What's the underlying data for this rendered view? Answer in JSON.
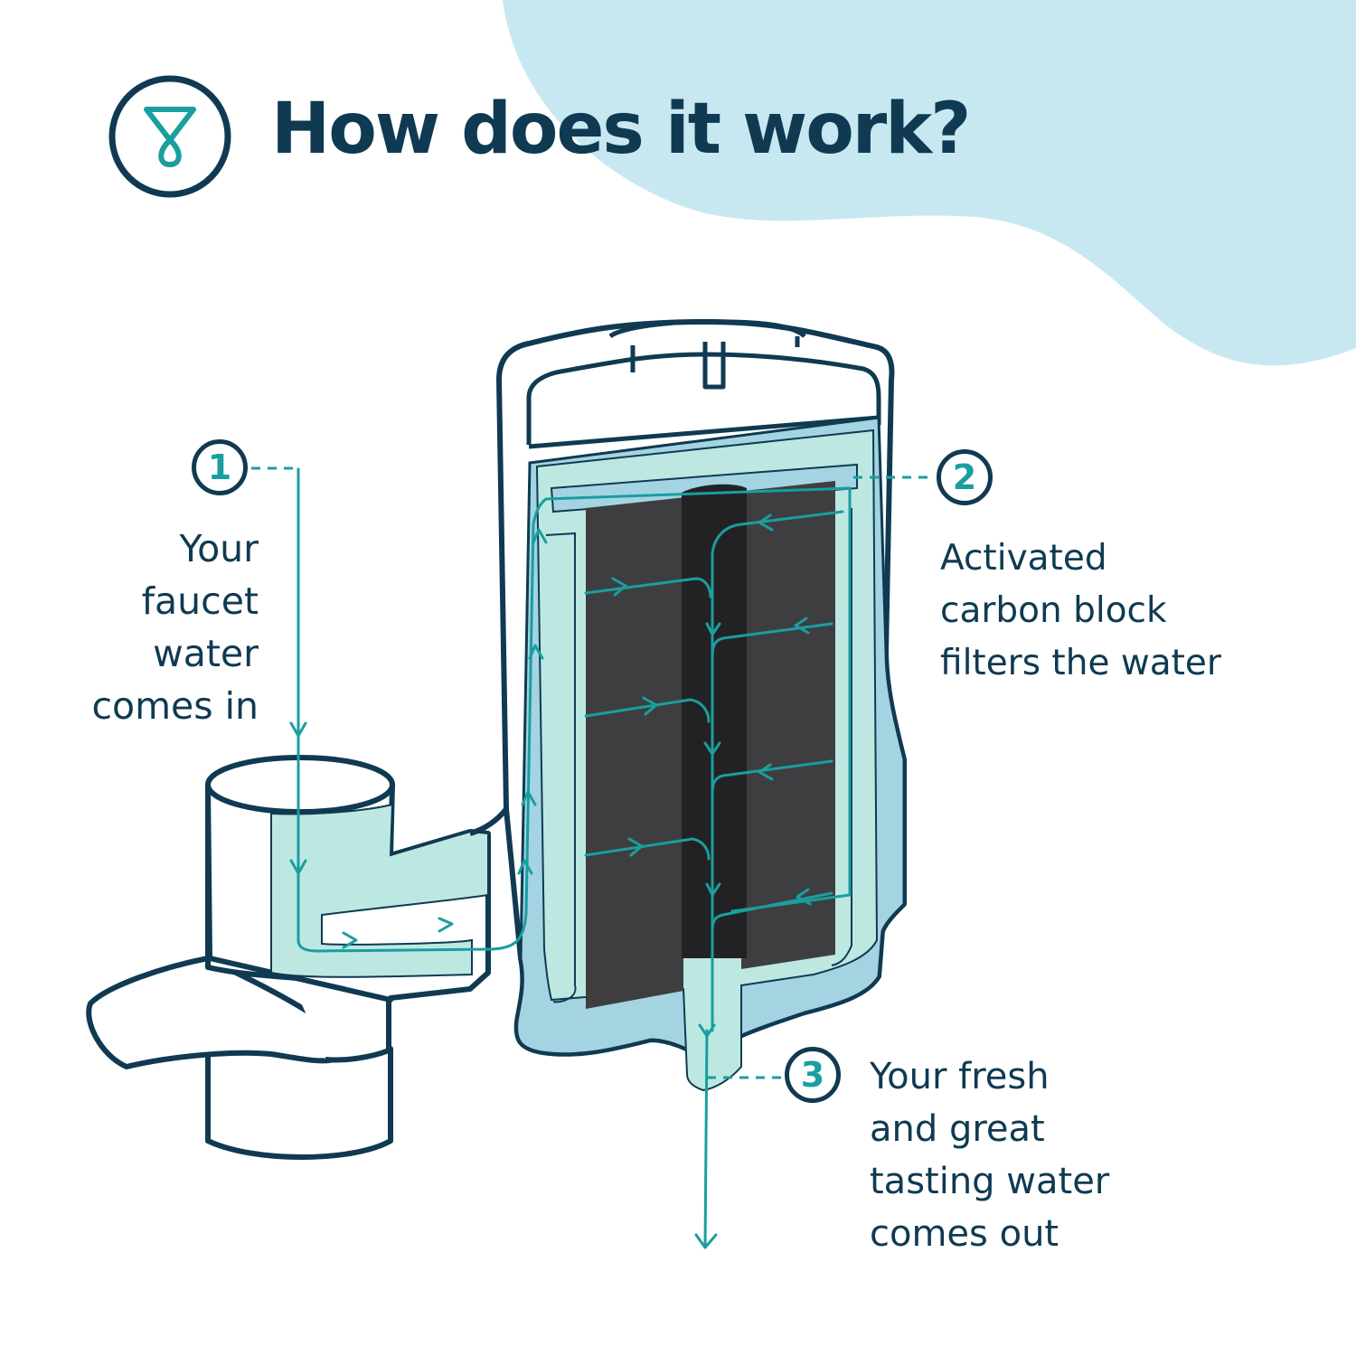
{
  "title": "How does it work?",
  "colors": {
    "navy": "#0f3a52",
    "teal": "#1a9ea0",
    "blob": "#c8e8f1",
    "water_light": "#bde8e2",
    "water_blue": "#a4d4e2",
    "carbon": "#3e3e40",
    "carbon_core": "#222224"
  },
  "icons": {
    "logo": "water-drop-filter-icon"
  },
  "steps": [
    {
      "number": "1",
      "lines": [
        "Your",
        "faucet",
        "water",
        "comes in"
      ]
    },
    {
      "number": "2",
      "lines": [
        "Activated",
        "carbon block",
        "filters the water"
      ]
    },
    {
      "number": "3",
      "lines": [
        "Your fresh",
        "and great",
        "tasting water",
        "comes out"
      ]
    }
  ]
}
